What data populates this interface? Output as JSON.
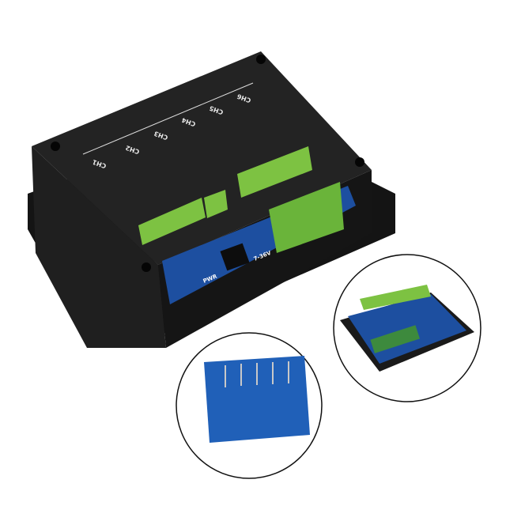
{
  "product": {
    "channel_labels": [
      "CH1",
      "CH2",
      "CH3",
      "CH4",
      "CH5",
      "CH6"
    ],
    "power_label": "PWR",
    "voltage_label": "7-36V"
  },
  "colors": {
    "enclosure": "#1a1a1a",
    "terminal_green": "#7dc242",
    "pcb_blue": "#1d4fa0",
    "din_clip": "#e8593a"
  },
  "insets": [
    {
      "name": "pcb-bottom-view"
    },
    {
      "name": "pcb-top-view"
    }
  ]
}
